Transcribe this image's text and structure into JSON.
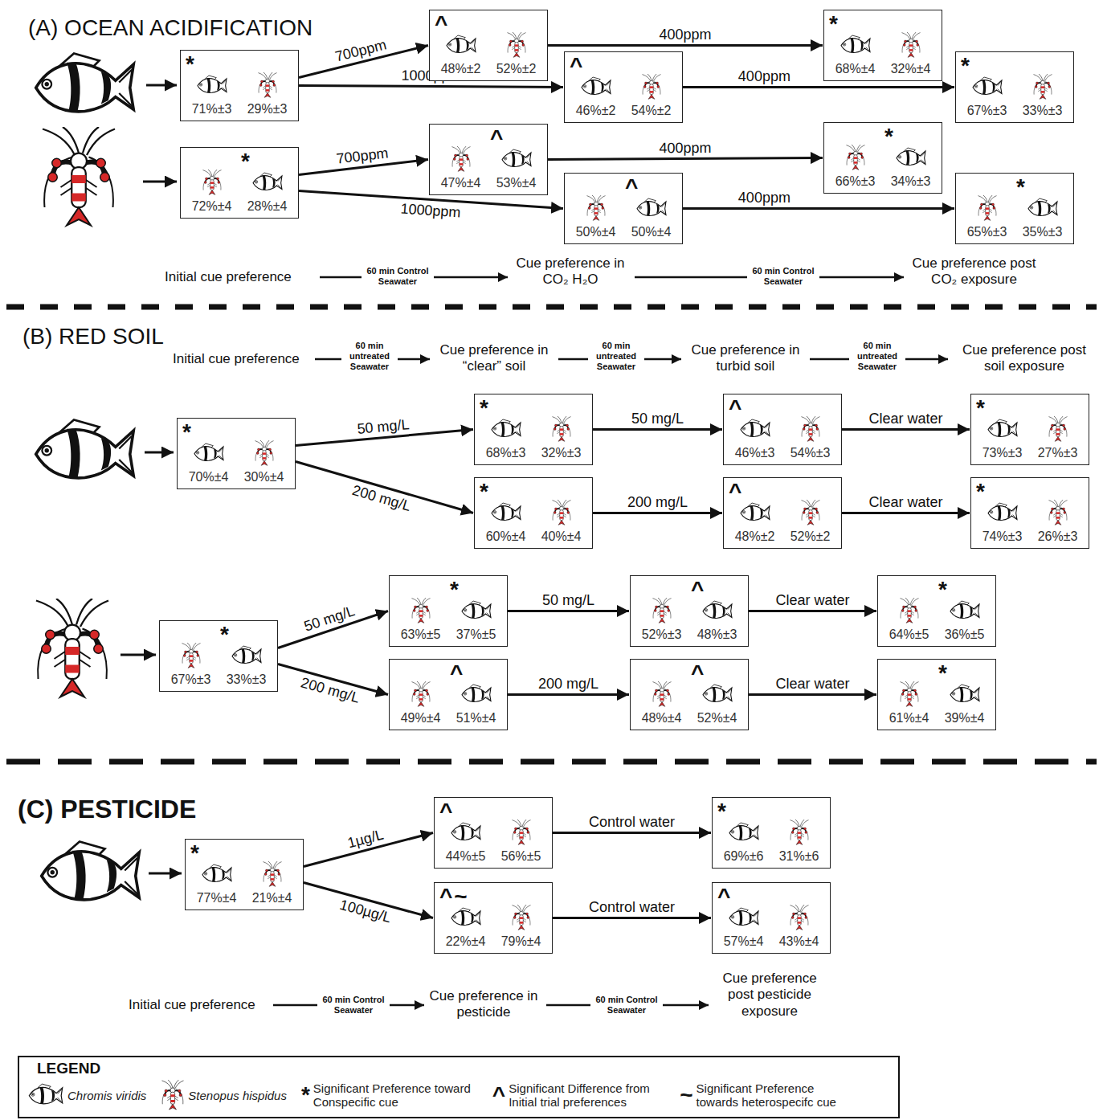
{
  "diagram": {
    "nodes": [
      {
        "text": [
          "*",
          "71%±3",
          "29%±3"
        ]
      },
      {
        "text": [
          "^",
          "48%±2",
          "52%±2"
        ]
      },
      {
        "text": [
          "^",
          "46%±2",
          "54%±2"
        ]
      },
      {
        "text": [
          "*",
          "68%±4",
          "32%±4"
        ]
      },
      {
        "text": [
          "*",
          "67%±3",
          "33%±3"
        ]
      },
      {
        "text": [
          "*",
          "72%±4",
          "28%±4"
        ]
      },
      {
        "text": [
          "^",
          "47%±4",
          "53%±4"
        ]
      },
      {
        "text": [
          "^",
          "50%±4",
          "50%±4"
        ]
      },
      {
        "text": [
          "*",
          "66%±3",
          "34%±3"
        ]
      },
      {
        "text": [
          "*",
          "65%±3",
          "35%±3"
        ]
      },
      {
        "text": [
          "*",
          "70%±4",
          "30%±4"
        ]
      },
      {
        "text": [
          "*",
          "68%±3",
          "32%±3"
        ]
      },
      {
        "text": [
          "*",
          "60%±4",
          "40%±4"
        ]
      },
      {
        "text": [
          "^",
          "46%±3",
          "54%±3"
        ]
      },
      {
        "text": [
          "^",
          "48%±2",
          "52%±2"
        ]
      },
      {
        "text": [
          "*",
          "73%±3",
          "27%±3"
        ]
      },
      {
        "text": [
          "*",
          "74%±3",
          "26%±3"
        ]
      },
      {
        "text": [
          "*",
          "67%±3",
          "33%±3"
        ]
      },
      {
        "text": [
          "*",
          "63%±5",
          "37%±5"
        ]
      },
      {
        "text": [
          "^",
          "49%±4",
          "51%±4"
        ]
      },
      {
        "text": [
          "^",
          "52%±3",
          "48%±3"
        ]
      },
      {
        "text": [
          "^",
          "48%±4",
          "52%±4"
        ]
      },
      {
        "text": [
          "*",
          "64%±5",
          "36%±5"
        ]
      },
      {
        "text": [
          "*",
          "61%±4",
          "39%±4"
        ]
      },
      {
        "text": [
          "*",
          "77%±4",
          "21%±4"
        ]
      },
      {
        "text": [
          "^",
          "44%±5",
          "56%±5"
        ]
      },
      {
        "text": [
          "^",
          "~",
          "22%±4",
          "79%±4"
        ]
      },
      {
        "text": [
          "*",
          "69%±6",
          "31%±6"
        ]
      },
      {
        "text": [
          "^",
          "57%±4",
          "43%±4"
        ]
      }
    ],
    "edges": [
      {
        "from": 0,
        "to": 1,
        "arrow": "to",
        "label": "700ppm"
      },
      {
        "from": 0,
        "to": 2,
        "arrow": "to",
        "label": "1000ppm"
      },
      {
        "from": 1,
        "to": 3,
        "arrow": "to",
        "label": "400ppm"
      },
      {
        "from": 2,
        "to": 4,
        "arrow": "to",
        "label": "400ppm"
      },
      {
        "from": 5,
        "to": 6,
        "arrow": "to",
        "label": "700ppm"
      },
      {
        "from": 5,
        "to": 7,
        "arrow": "to",
        "label": "1000ppm"
      },
      {
        "from": 6,
        "to": 8,
        "arrow": "to",
        "label": "400ppm"
      },
      {
        "from": 7,
        "to": 9,
        "arrow": "to",
        "label": "400ppm"
      },
      {
        "from": 10,
        "to": 11,
        "arrow": "to",
        "label": "50 mg/L"
      },
      {
        "from": 10,
        "to": 12,
        "arrow": "to",
        "label": "200 mg/L"
      },
      {
        "from": 11,
        "to": 13,
        "arrow": "to",
        "label": "50 mg/L"
      },
      {
        "from": 12,
        "to": 14,
        "arrow": "to",
        "label": "200 mg/L"
      },
      {
        "from": 13,
        "to": 15,
        "arrow": "to",
        "label": "Clear water"
      },
      {
        "from": 14,
        "to": 16,
        "arrow": "to",
        "label": "Clear water"
      },
      {
        "from": 17,
        "to": 18,
        "arrow": "to",
        "label": "50 mg/L"
      },
      {
        "from": 17,
        "to": 19,
        "arrow": "to",
        "label": "200 mg/L"
      },
      {
        "from": 18,
        "to": 20,
        "arrow": "to",
        "label": "50 mg/L"
      },
      {
        "from": 19,
        "to": 21,
        "arrow": "to",
        "label": "200 mg/L"
      },
      {
        "from": 20,
        "to": 22,
        "arrow": "to",
        "label": "Clear water"
      },
      {
        "from": 21,
        "to": 23,
        "arrow": "to",
        "label": "Clear water"
      },
      {
        "from": 24,
        "to": 25,
        "arrow": "to",
        "label": "1µg/L"
      },
      {
        "from": 24,
        "to": 26,
        "arrow": "to",
        "label": "100µg/L"
      },
      {
        "from": 25,
        "to": 27,
        "arrow": "to",
        "label": "Control water"
      },
      {
        "from": 26,
        "to": 28,
        "arrow": "to",
        "label": "Control water"
      }
    ],
    "labels": [
      "(A) OCEAN ACIDIFICATION",
      "Initial cue preference",
      "60 min Control Seawater",
      "Cue preference in CO₂ H₂O",
      "60 min Control Seawater",
      "Cue preference post CO₂ exposure",
      "(B) RED SOIL",
      "Initial cue preference",
      "60 min untreated Seawater",
      "Cue preference in “clear” soil",
      "60 min untreated Seawater",
      "Cue preference in turbid soil",
      "60 min untreated Seawater",
      "Cue preference post soil exposure",
      "(C) PESTICIDE",
      "Initial cue preference",
      "60 min Control Seawater",
      "Cue preference in pesticide",
      "60 min Control Seawater",
      "Cue preference post pesticide exposure",
      "LEGEND",
      "*",
      "^",
      "~"
    ],
    "legend": [
      {
        "text": "Chromis viridis"
      },
      {
        "text": "Stenopus hispidus"
      },
      {
        "text": "Significant Preference toward Conspecific cue"
      },
      {
        "text": "Significant Difference from Initial trial preferences"
      },
      {
        "text": "Significant Preference towards heterospecifc cue"
      }
    ]
  }
}
